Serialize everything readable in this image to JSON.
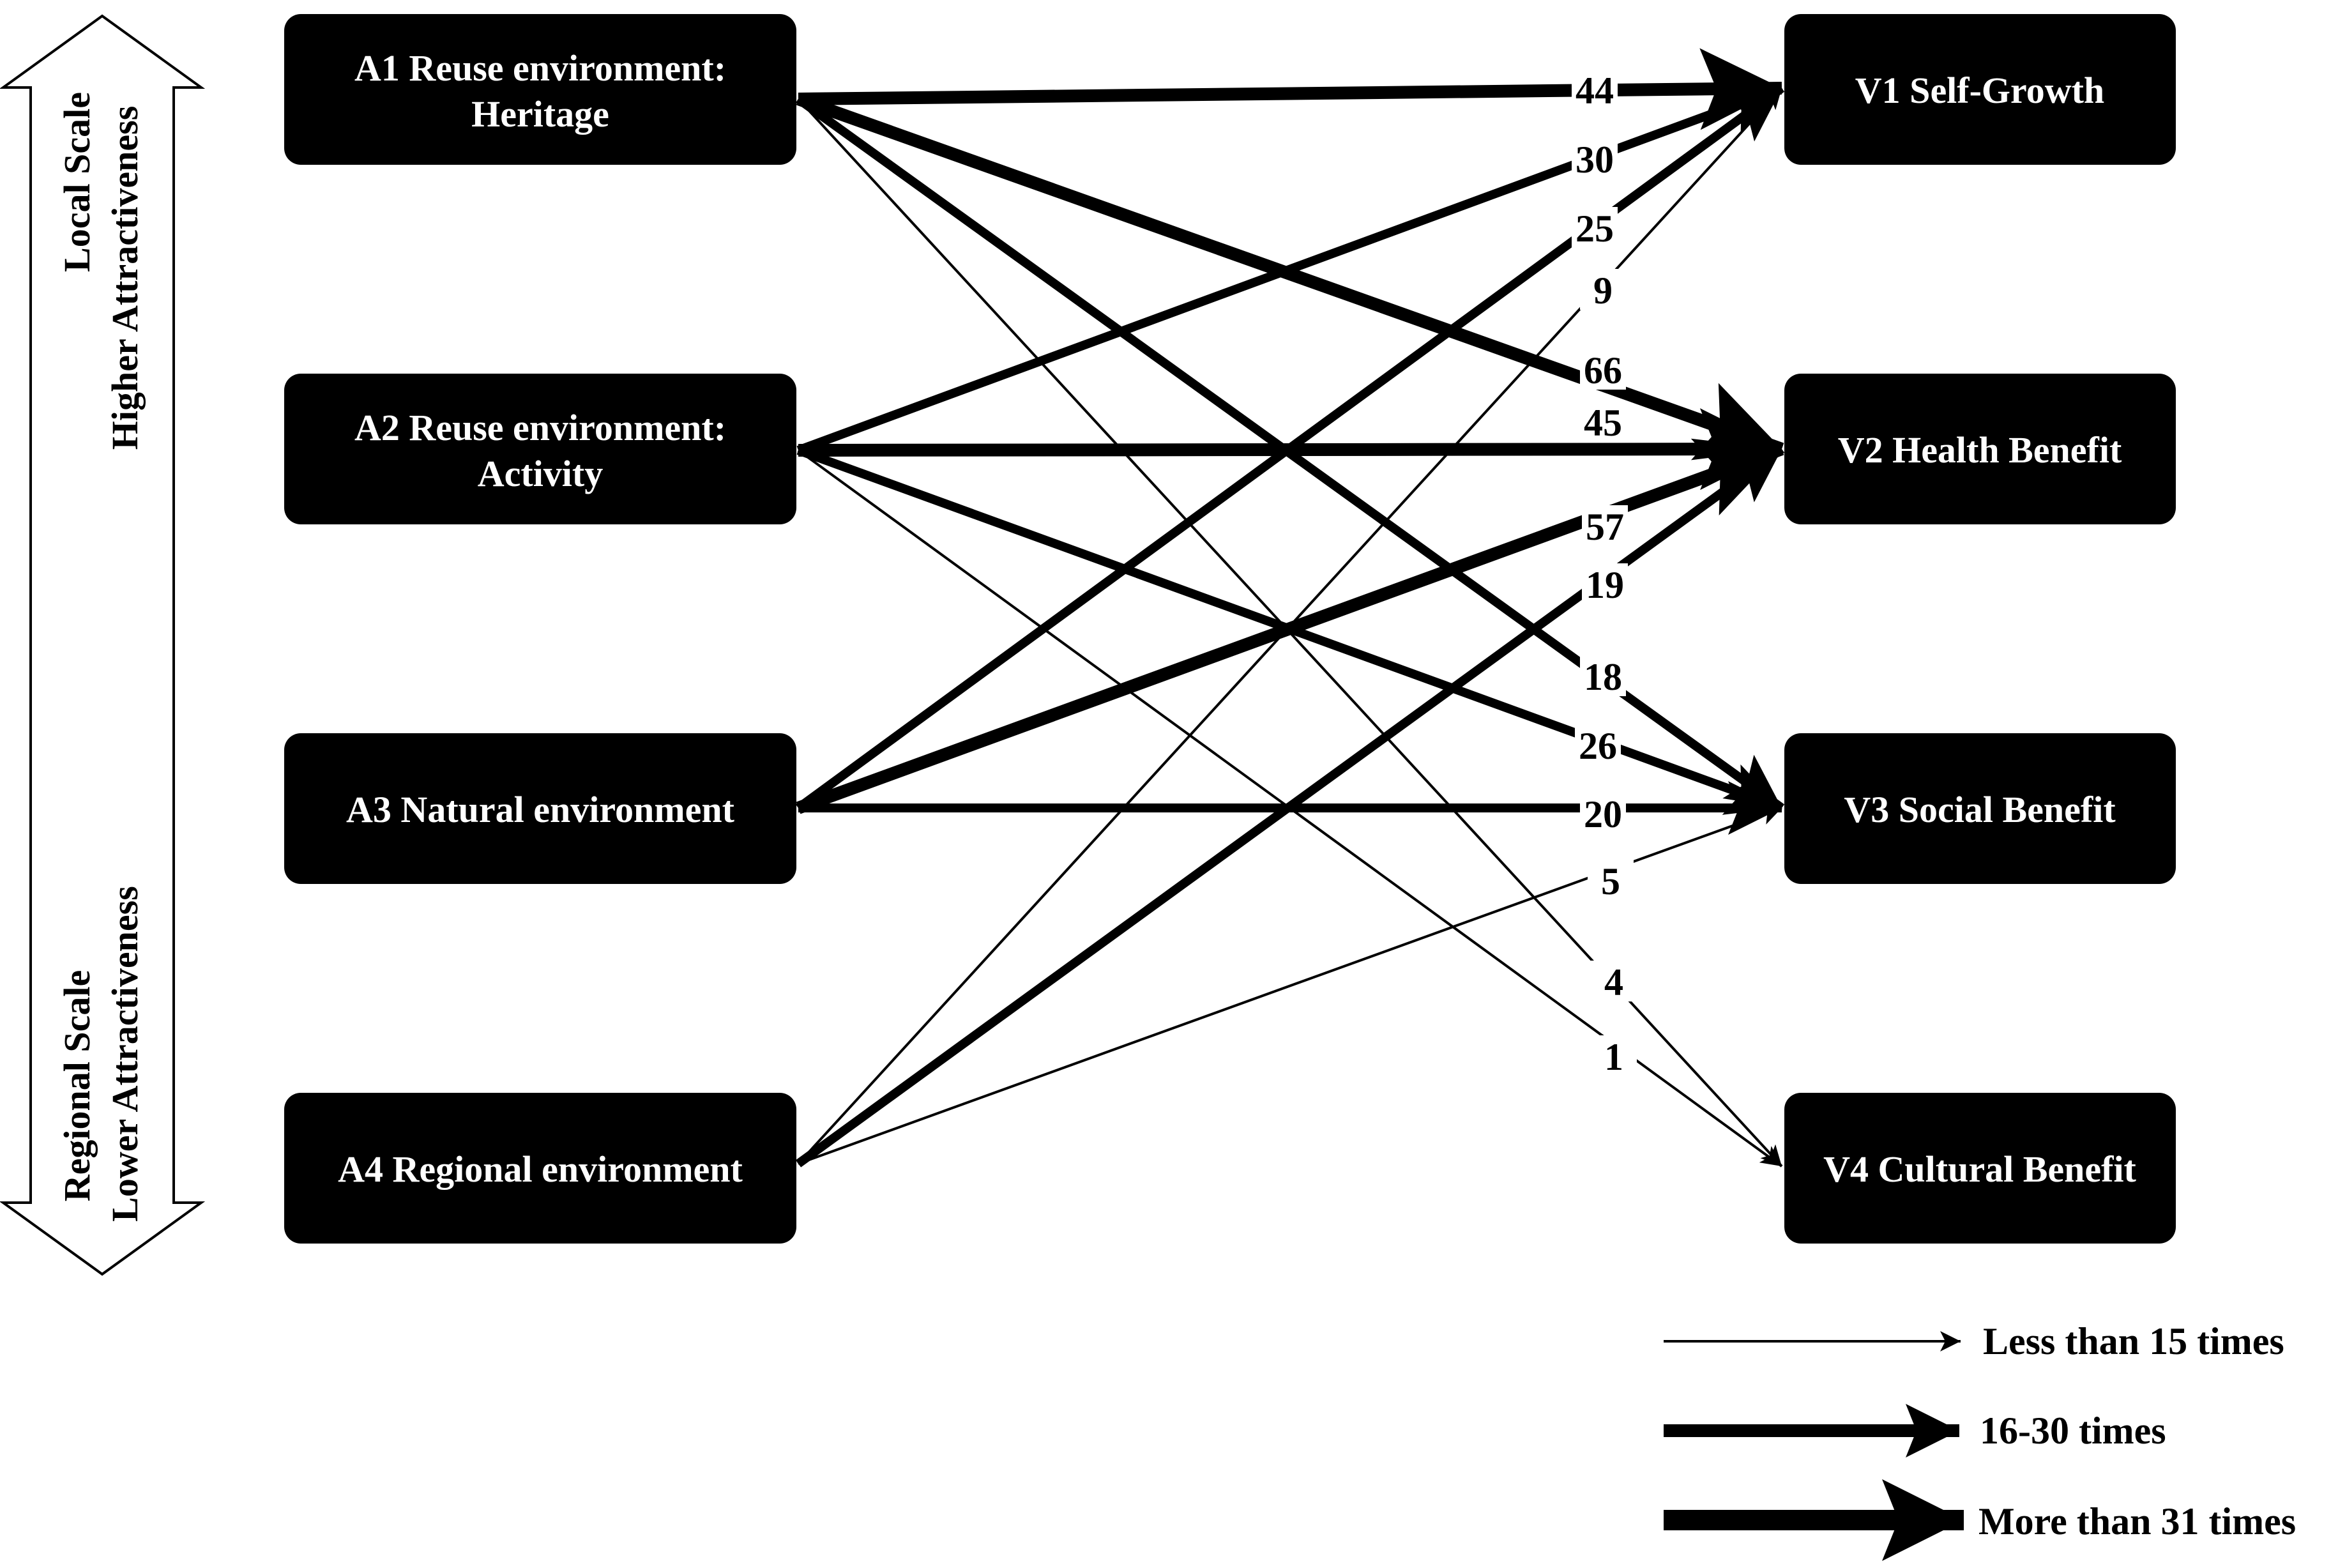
{
  "scale": {
    "top_line1": "Local Scale",
    "top_line2": "Higher Attractiveness",
    "bottom_line1": "Regional Scale",
    "bottom_line2": "Lower Attractiveness"
  },
  "sources": [
    {
      "id": "A1",
      "lines": [
        "A1 Reuse environment:",
        "Heritage"
      ]
    },
    {
      "id": "A2",
      "lines": [
        "A2 Reuse environment:",
        "Activity"
      ]
    },
    {
      "id": "A3",
      "lines": [
        "A3 Natural environment"
      ]
    },
    {
      "id": "A4",
      "lines": [
        "A4 Regional environment"
      ]
    }
  ],
  "targets": [
    {
      "id": "V1",
      "label": "V1 Self-Growth"
    },
    {
      "id": "V2",
      "label": "V2 Health Benefit"
    },
    {
      "id": "V3",
      "label": "V3 Social Benefit"
    },
    {
      "id": "V4",
      "label": "V4 Cultural Benefit"
    }
  ],
  "edges": [
    {
      "from": "A1",
      "to": "V1",
      "count": 44
    },
    {
      "from": "A2",
      "to": "V1",
      "count": 30
    },
    {
      "from": "A3",
      "to": "V1",
      "count": 25
    },
    {
      "from": "A4",
      "to": "V1",
      "count": 9
    },
    {
      "from": "A1",
      "to": "V2",
      "count": 66
    },
    {
      "from": "A2",
      "to": "V2",
      "count": 45
    },
    {
      "from": "A3",
      "to": "V2",
      "count": 57
    },
    {
      "from": "A4",
      "to": "V2",
      "count": 19
    },
    {
      "from": "A1",
      "to": "V3",
      "count": 18
    },
    {
      "from": "A2",
      "to": "V3",
      "count": 26
    },
    {
      "from": "A3",
      "to": "V3",
      "count": 20
    },
    {
      "from": "A4",
      "to": "V3",
      "count": 5
    },
    {
      "from": "A1",
      "to": "V4",
      "count": 4
    },
    {
      "from": "A2",
      "to": "V4",
      "count": 1
    }
  ],
  "legend": [
    {
      "label": "Less than 15 times"
    },
    {
      "label": "16-30 times"
    },
    {
      "label": "More than 31 times"
    }
  ]
}
